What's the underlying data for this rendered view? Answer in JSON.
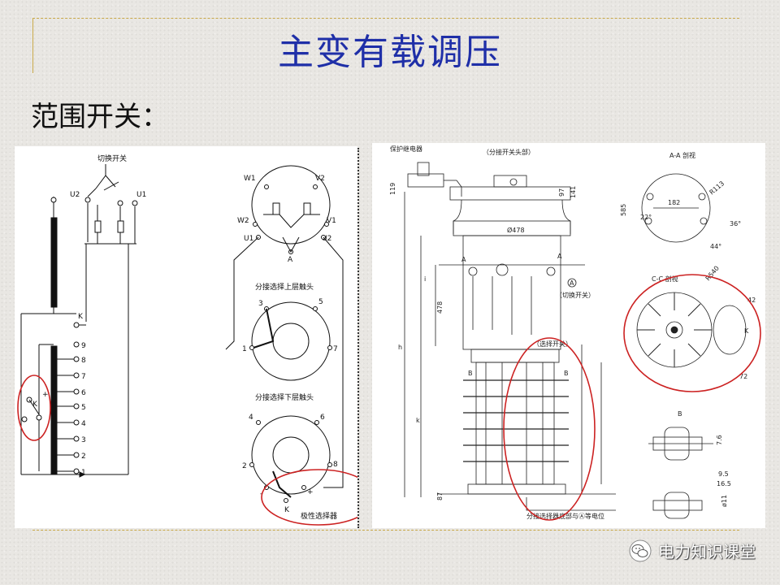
{
  "title": "主变有载调压",
  "subtitle": "范围开关：",
  "left_diagram": {
    "switch_label": "切换开关",
    "u2": "U2",
    "u1": "U1",
    "k": "K",
    "taps": [
      "9",
      "8",
      "7",
      "6",
      "5",
      "4",
      "3",
      "2",
      "1"
    ],
    "polarity_k": "K",
    "polarity_plus": "+",
    "polarity_minus": "-",
    "w1": "W1",
    "v2": "V2",
    "w2": "W2",
    "v1": "V1",
    "u1b": "U1",
    "u2b": "U2",
    "a": "A",
    "upper_contacts": "分接选择上层触头",
    "lower_contacts": "分接选择下层触头",
    "up_3": "3",
    "up_5": "5",
    "up_1": "1",
    "up_7": "7",
    "lo_4": "4",
    "lo_6": "6",
    "lo_2": "2",
    "lo_8": "8",
    "pol_selector": "极性选择器"
  },
  "right_drawing": {
    "relay": "保护继电器",
    "head": "（分接开关头部）",
    "section_aa": "A-A 剖视",
    "section_cc": "C-C 剖视",
    "switch_a": "（切换开关）",
    "selector": "（选择开关）",
    "bottom_note": "分接选择器底部与Ⓐ等电位",
    "dia": "Ø478",
    "dim_97": "97",
    "dim_141": "141",
    "dim_119": "119",
    "dim_478": "478",
    "dim_h": "h",
    "dim_k": "k",
    "dim_i": "i",
    "dim_182": "182",
    "dim_585": "585",
    "dim_22": "22°",
    "dim_36": "36°",
    "dim_44": "44°",
    "dim_r113": "R113",
    "dim_r540": "R540",
    "dim_42": "42",
    "dim_72": "72",
    "label_b": "B",
    "label_a": "A",
    "label_k": "K",
    "dim_95": "9.5",
    "dim_165": "16.5",
    "dim_76": "7.6",
    "dim_d11": "ø11",
    "dim_87": "87"
  },
  "watermark": "电力知识课堂"
}
